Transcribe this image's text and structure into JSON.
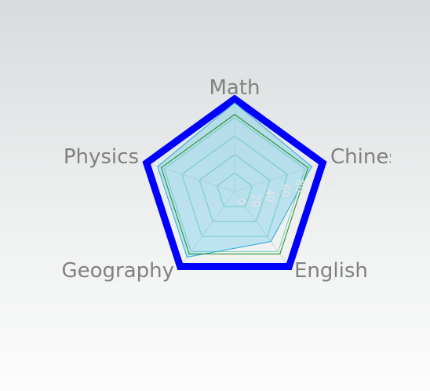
{
  "chart_data": {
    "type": "radar",
    "indicators": [
      "Math",
      "Chinese",
      "English",
      "Geography",
      "Physics"
    ],
    "indicator_max": 120,
    "rings": 5,
    "tick_labels": [
      "0",
      "20",
      "40",
      "60",
      "80",
      "120"
    ],
    "series": [
      {
        "values": [
          120,
          120,
          120,
          120,
          120
        ],
        "stroke": "#0000ff",
        "fill": "none",
        "role": "outer-frame"
      },
      {
        "values": [
          115,
          105,
          80,
          105,
          105
        ],
        "stroke": "#29a8d6",
        "fill": "#5cc8ec",
        "fill_opacity": 0.35
      },
      {
        "values": [
          100,
          100,
          100,
          100,
          100
        ],
        "stroke": "#1a8a1a",
        "fill": "none"
      }
    ],
    "colors": {
      "ring": "#7fc9b0",
      "axis": "#cfd8d8",
      "label": "#808080",
      "tick": "#e6e6e6"
    }
  }
}
